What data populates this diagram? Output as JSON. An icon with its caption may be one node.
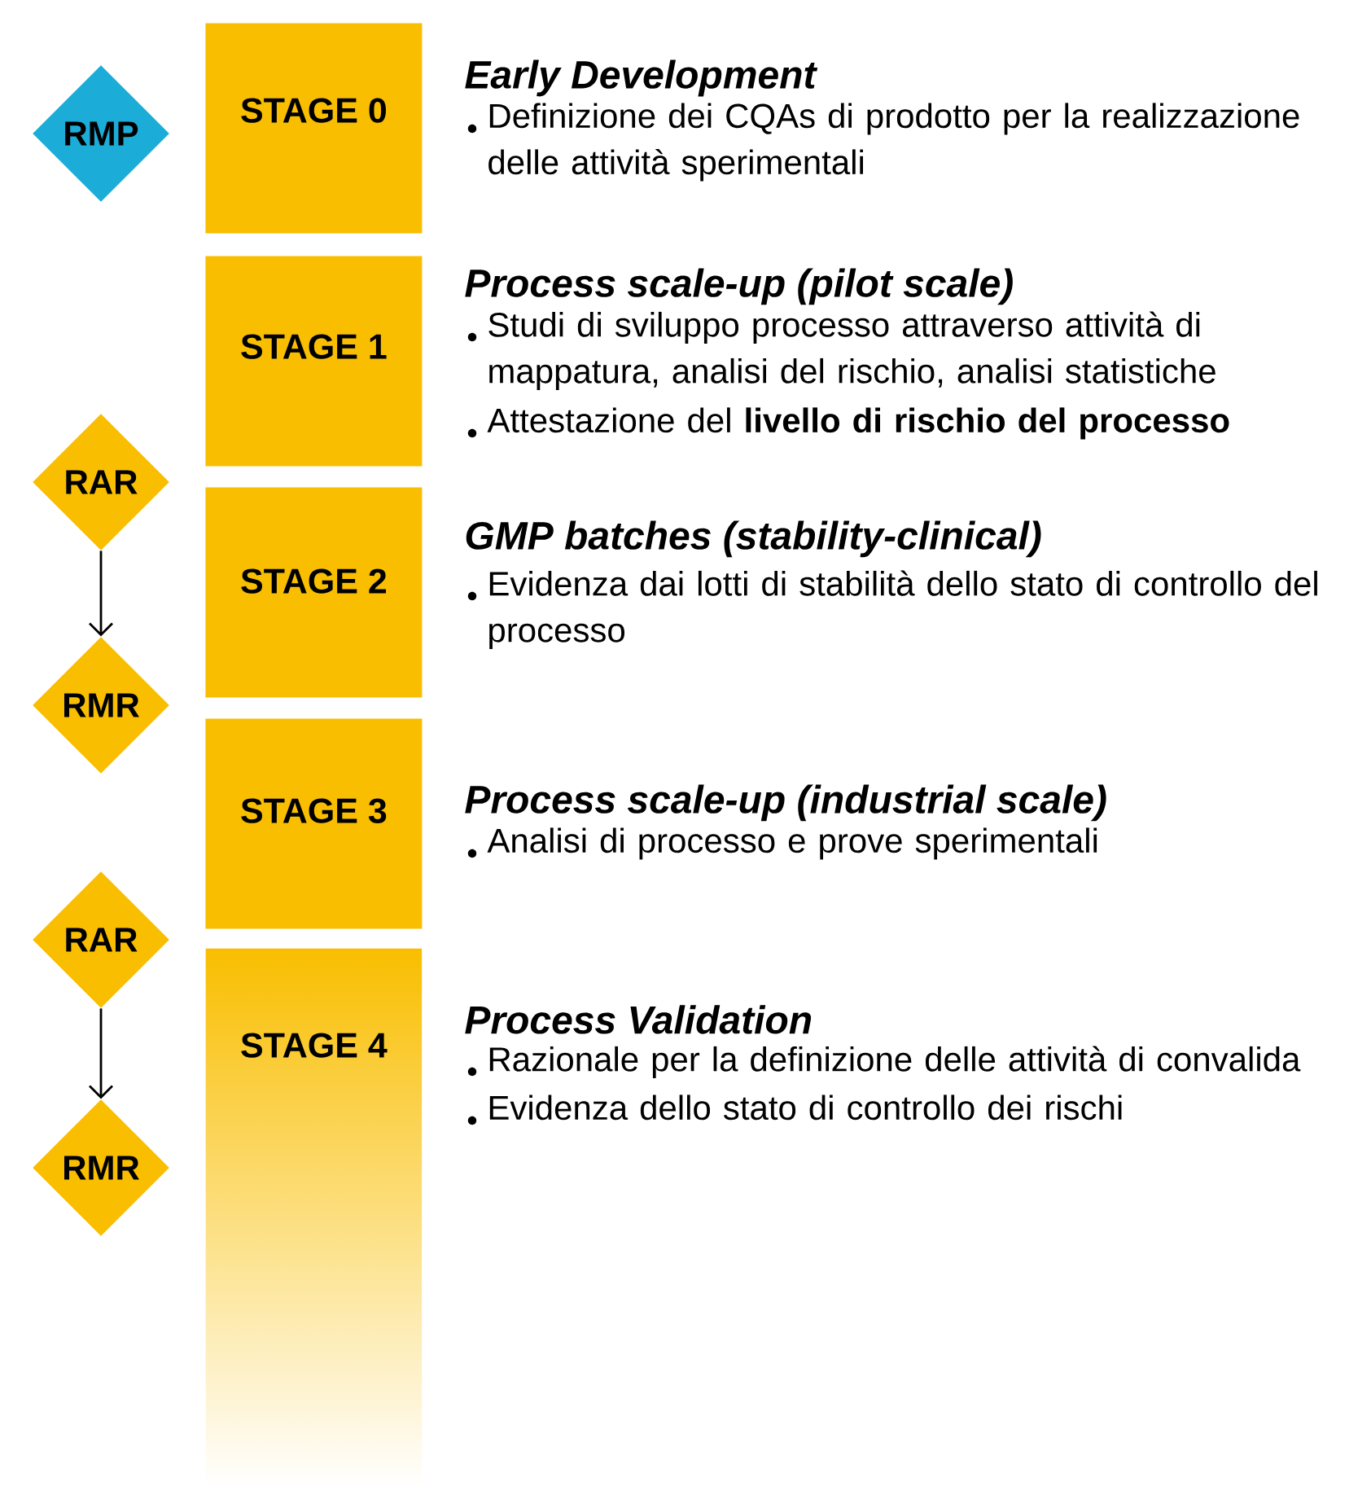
{
  "diagram": {
    "nodes": [
      {
        "text": [
          "RMP"
        ]
      },
      {
        "text": [
          "STAGE 0"
        ],
        "beside": [
          "Early Development",
          "Definizione dei CQAs di prodotto per la realizzazione delle attività sperimentali"
        ]
      },
      {
        "text": [
          "STAGE 1"
        ],
        "beside": [
          "Process scale-up (pilot scale)",
          "Studi di sviluppo processo attraverso attività di mappatura, analisi del rischio, analisi statistiche",
          "Attestazione del **livello di rischio del processo**"
        ]
      },
      {
        "text": [
          "RAR"
        ]
      },
      {
        "text": [
          "STAGE 2"
        ],
        "beside": [
          "GMP batches (stability-clinical)",
          "Evidenza dai lotti di stabilità dello stato di controllo del processo"
        ]
      },
      {
        "text": [
          "RMR"
        ]
      },
      {
        "text": [
          "STAGE 3"
        ],
        "beside": [
          "Process scale-up (industrial scale)",
          "Analisi di processo e prove sperimentali"
        ]
      },
      {
        "text": [
          "RAR"
        ]
      },
      {
        "text": [
          "STAGE 4"
        ],
        "beside": [
          "Process Validation",
          "Razionale per la definizione delle attività di convalida",
          "Evidenza dello stato di controllo dei rischi"
        ]
      },
      {
        "text": [
          "RMR"
        ]
      }
    ],
    "edges": [
      {
        "from": 3,
        "to": 5,
        "arrow": "to"
      },
      {
        "from": 7,
        "to": 9,
        "arrow": "to"
      }
    ]
  }
}
